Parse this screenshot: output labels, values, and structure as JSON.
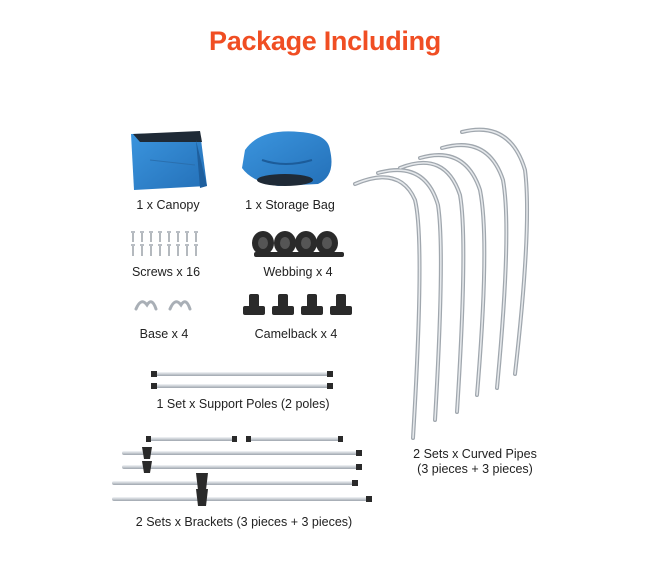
{
  "title": "Package Including",
  "colors": {
    "title": "#f04e23",
    "canopy_blue": "#2f88d4",
    "canopy_dark": "#1e5f9e",
    "pole_silver": "#d9dde2",
    "pole_edge": "#9aa1a8",
    "black_part": "#2a2a2a"
  },
  "items": {
    "canopy": "1 x Canopy",
    "storage_bag": "1 x Storage Bag",
    "screws": "Screws x 16",
    "webbing": "Webbing x 4",
    "base": "Base x 4",
    "camelback": "Camelback x 4",
    "support_poles": "1 Set x Support Poles (2 poles)",
    "curved_pipes_line1": "2 Sets x Curved Pipes",
    "curved_pipes_line2": "(3 pieces + 3 pieces)",
    "brackets": "2 Sets x Brackets (3 pieces + 3 pieces)"
  },
  "icons": [
    "canopy-icon",
    "storage-bag-icon",
    "screw-icon",
    "webbing-icon",
    "base-icon",
    "camelback-icon",
    "support-pole-icon",
    "curved-pipe-icon",
    "bracket-icon"
  ]
}
